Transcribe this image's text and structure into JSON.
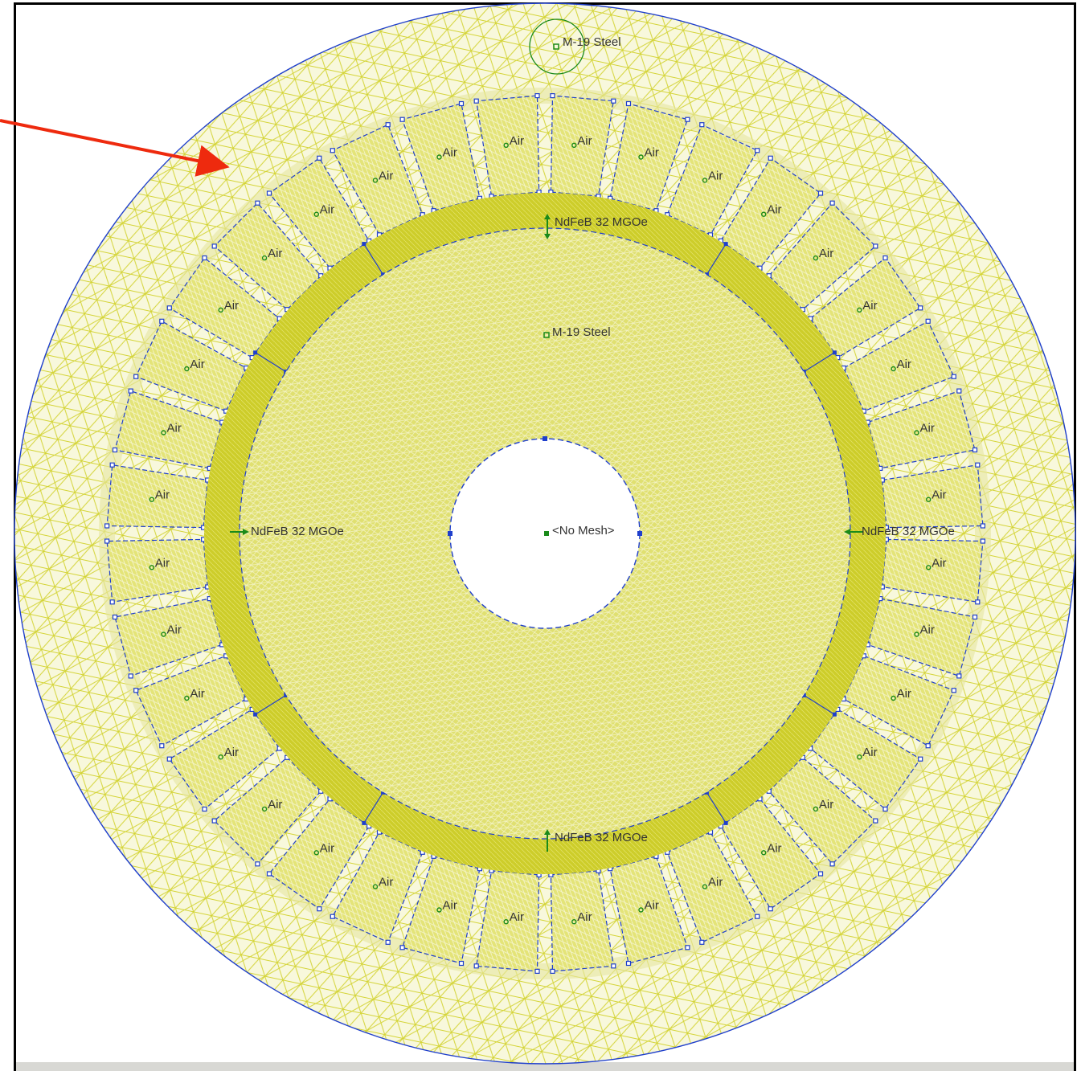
{
  "labels": {
    "stator_material": "M-19 Steel",
    "rotor_material": "M-19 Steel",
    "shaft": "<No Mesh>",
    "slot_material": "Air",
    "magnet_top": "NdFeB 32 MGOe",
    "magnet_left": "NdFeB 32 MGOe",
    "magnet_right": "NdFeB 32 MGOe",
    "magnet_bottom": "NdFeB 32 MGOe"
  },
  "geometry_counts": {
    "stator_slots": 36,
    "magnets": 4
  },
  "colors": {
    "mesh": "#dada3c",
    "dense_mesh": "#d8d84a",
    "magnet": "#c9c925",
    "boundary": "#1f3fcc",
    "block_marker": "#1a8a1a",
    "arrow": "#ee2a0e",
    "frame": "#000000",
    "background": "#ffffff"
  }
}
